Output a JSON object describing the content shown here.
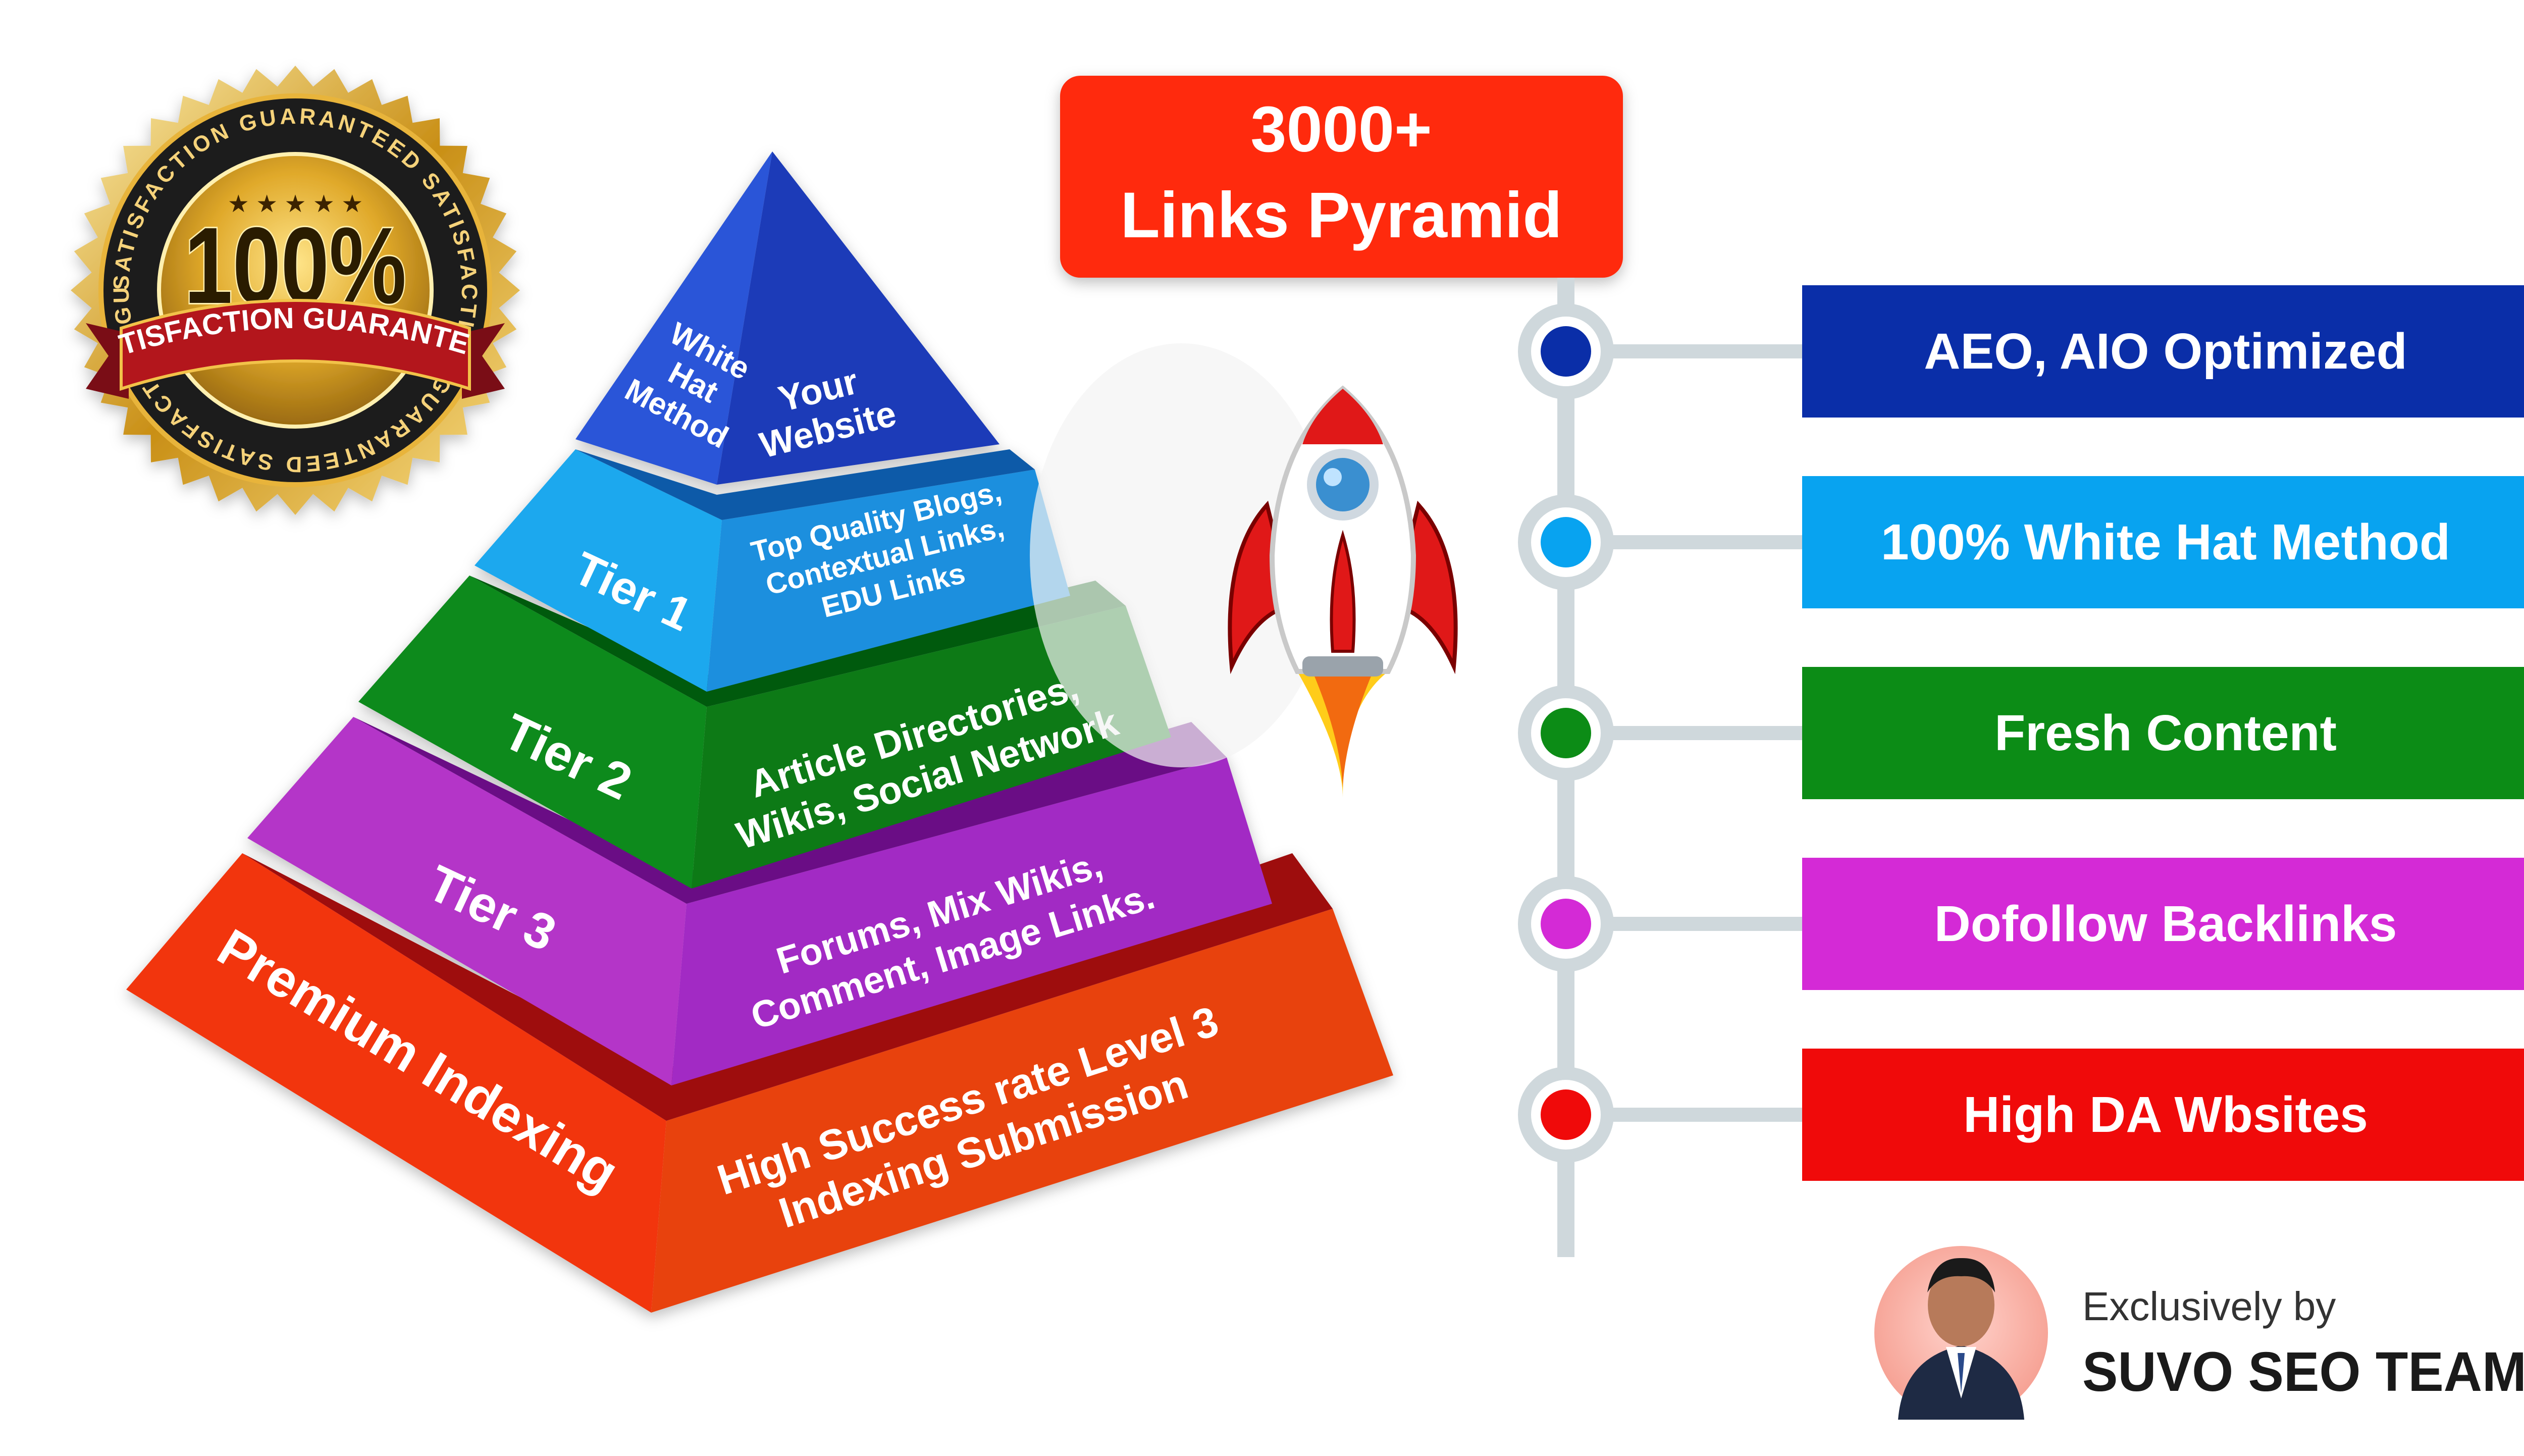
{
  "seal": {
    "percent": "100%",
    "stars": "★ ★ ★ ★ ★",
    "ring_text": "SATISFACTION GUARANTEED  SATISFACTION GUARANTEED  SATISFACTION GUARANTEED",
    "ribbon": "SATISFACTION GUARANTEED"
  },
  "header": {
    "line1": "3000+",
    "line2": "Links Pyramid",
    "color": "#ff2a0d"
  },
  "pyramid": {
    "apex": {
      "left": [
        "White",
        "Hat",
        "Method"
      ],
      "right": [
        "Your",
        "Website"
      ]
    },
    "tiers": [
      {
        "label": "Tier 1",
        "detail": [
          "Top Quality Blogs,",
          "Contextual Links,",
          "EDU Links"
        ],
        "color": "#1a9be8"
      },
      {
        "label": "Tier 2",
        "detail": [
          "Article Directories,",
          "Wikis, Social Network"
        ],
        "color": "#0f8a1e"
      },
      {
        "label": "Tier 3",
        "detail": [
          "Forums, Mix Wikis,",
          "Comment, Image Links."
        ],
        "color": "#a22bc4"
      },
      {
        "label": "Premium Indexing",
        "detail": [
          "High Success rate Level 3",
          "Indexing Submission"
        ],
        "color": "#f23410"
      }
    ],
    "apex_color": "#1c40c9"
  },
  "features": [
    {
      "label": "AEO, AIO Optimized",
      "color": "#0a2ea8"
    },
    {
      "label": "100% White Hat Method",
      "color": "#08a3f0"
    },
    {
      "label": "Fresh Content",
      "color": "#0c8c16"
    },
    {
      "label": "Dofollow Backlinks",
      "color": "#d42ad6"
    },
    {
      "label": "High DA Wbsites",
      "color": "#f00a0a"
    }
  ],
  "credit": {
    "prefix": "Exclusively by",
    "name": "SUVO SEO TEAM"
  }
}
